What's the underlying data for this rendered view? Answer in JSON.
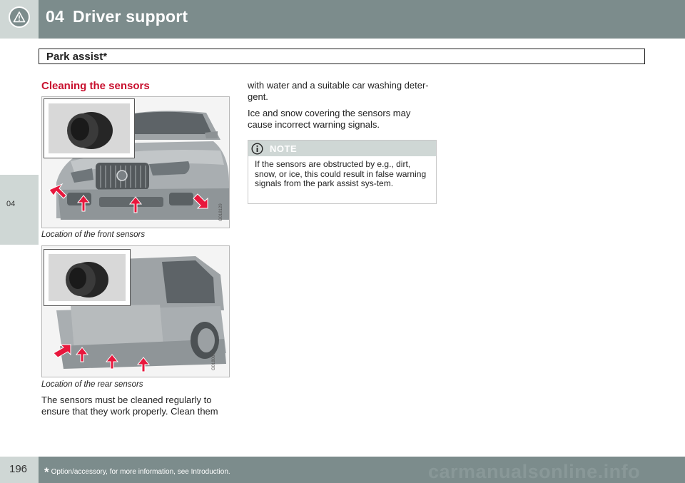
{
  "header": {
    "chapter_number": "04",
    "chapter_title": "Driver support",
    "icon": "warning-triangle-icon"
  },
  "sidebar": {
    "tab_label": "04"
  },
  "section": {
    "title": "Park assist*"
  },
  "content": {
    "heading": "Cleaning the sensors",
    "figure_front": {
      "caption": "Location of the front sensors",
      "code": "G018129"
    },
    "figure_rear": {
      "caption": "Location of the rear sensors",
      "code": "G018067"
    },
    "paragraph_1": "The sensors must be cleaned regularly to ensure that they work properly. Clean them",
    "paragraph_2": "with water and a suitable car washing deter-gent.",
    "paragraph_3": "Ice and snow covering the sensors may cause incorrect warning signals.",
    "note": {
      "label": "NOTE",
      "icon": "info-icon",
      "text": "If the sensors are obstructed by e.g., dirt, snow, or ice, this could result in false warning signals from the park assist sys-tem."
    }
  },
  "footer": {
    "page_number": "196",
    "star": "*",
    "footnote": "Option/accessory, for more information, see Introduction.",
    "watermark": "carmanualsonline.info"
  },
  "colors": {
    "header_bg": "#7c8c8c",
    "tab_bg": "#cfd7d5",
    "heading_red": "#c8102e",
    "arrow_red": "#e8173c"
  }
}
